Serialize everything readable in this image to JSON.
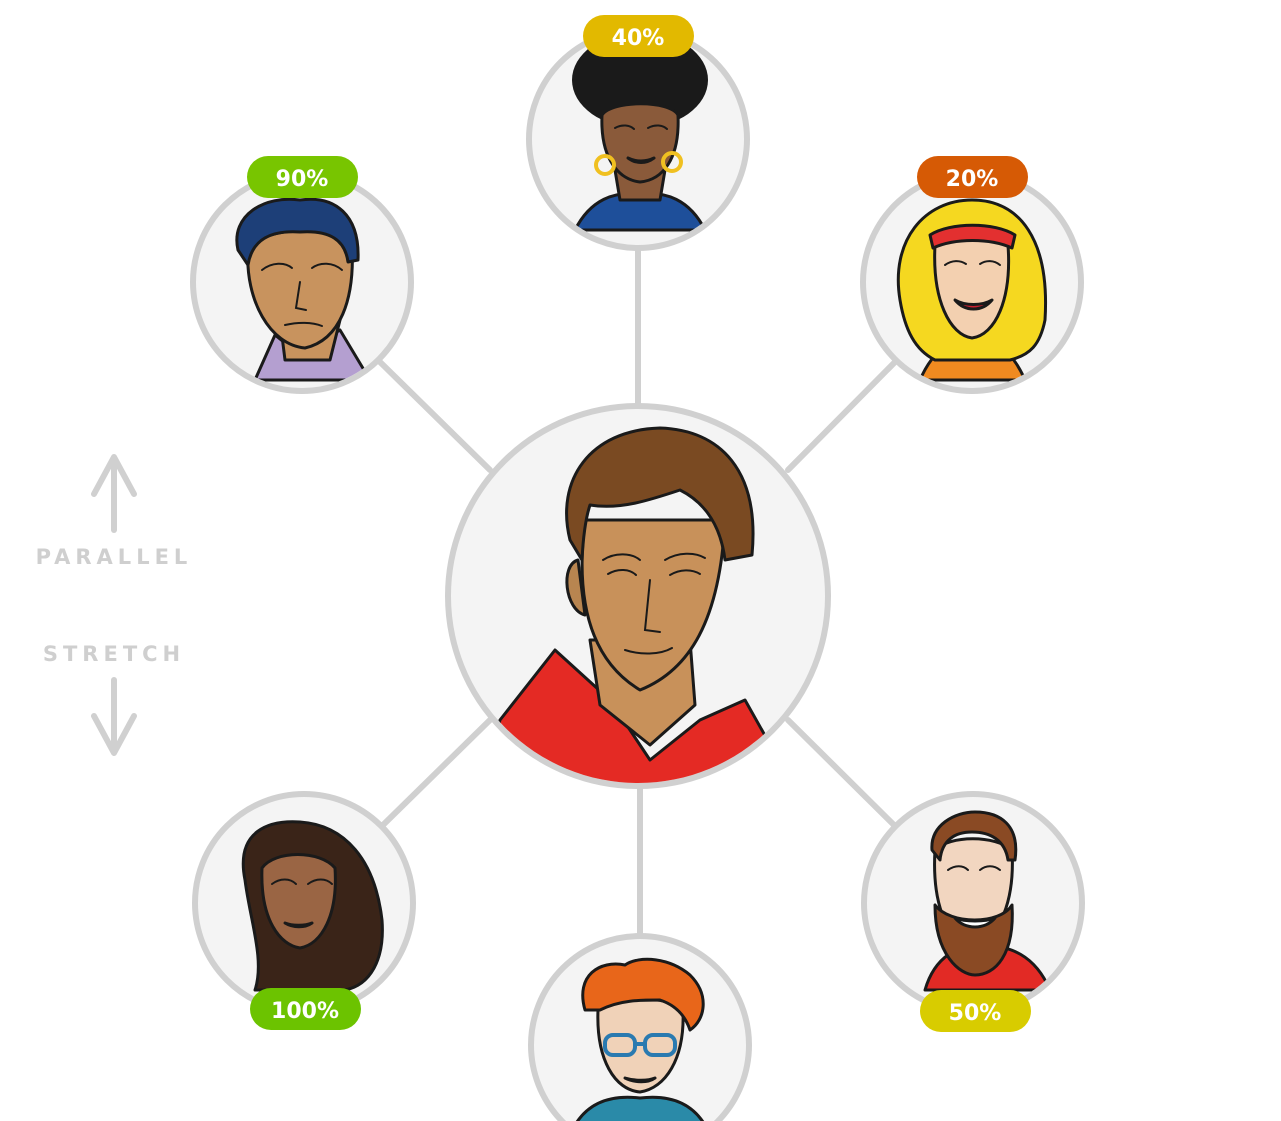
{
  "labels": {
    "parallel": "PARALLEL",
    "stretch": "STRETCH"
  },
  "badges": {
    "top": "40%",
    "top_left": "90%",
    "top_right": "20%",
    "bottom_left": "100%",
    "bottom_right": "50%"
  },
  "colors": {
    "connector": "#d0d0d0",
    "circle_fill": "#f4f4f4",
    "badge_green": "#6cc300",
    "badge_lime": "#78c500",
    "badge_yellow": "#e2b900",
    "badge_orange": "#d65a05",
    "badge_olive": "#d8cc00",
    "axis_text": "#cfcfcf"
  },
  "icons": {
    "center": "man-brown-hair-red-shirt-portrait",
    "top": "woman-afro-hoop-earrings-portrait",
    "top_left": "man-dark-hair-suit-portrait",
    "top_right": "woman-blonde-red-headband-portrait",
    "bottom_left": "woman-long-brown-hair-portrait",
    "bottom": "woman-red-curls-glasses-portrait",
    "bottom_right": "bearded-man-smiling-portrait",
    "up_arrow": "arrow-up-icon",
    "down_arrow": "arrow-down-icon"
  }
}
